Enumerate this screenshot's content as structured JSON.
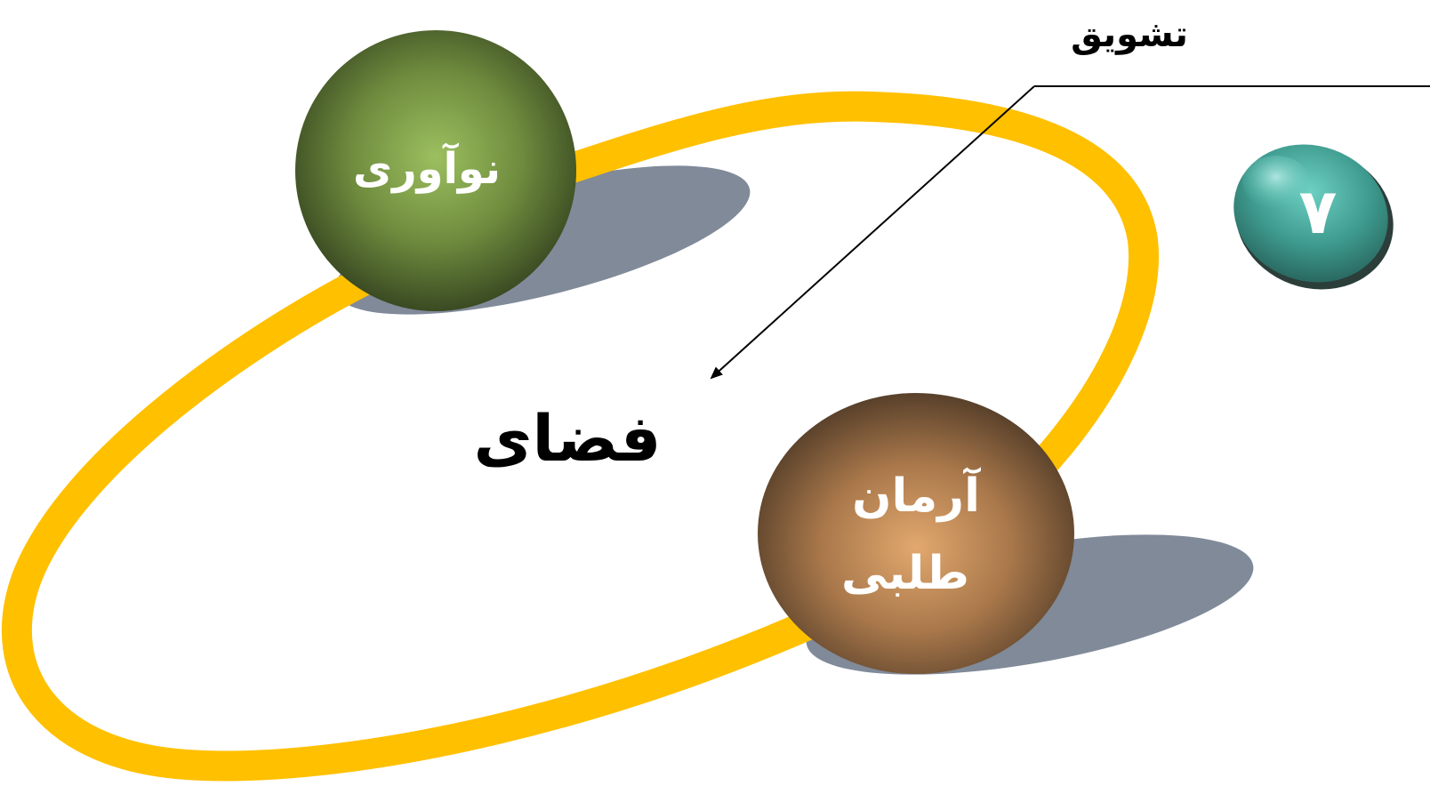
{
  "diagram": {
    "top_label": "تشویق",
    "center_label": "فضای",
    "bubbles": [
      {
        "label": "نوآوری",
        "label_lines": [
          "نوآوری"
        ],
        "color_center": "#9cbf5f",
        "color_edge": "#3f4f26"
      },
      {
        "label": "آرمان طلبی",
        "label_lines": [
          "آرمان",
          "طلبی"
        ],
        "color_center": "#dfa36a",
        "color_edge": "#5c4026"
      }
    ],
    "page_number": "۷",
    "colors": {
      "ring": "#ffc000",
      "shadow": "#808a99",
      "badge": "#2f7c72",
      "badge_highlight": "#5cc4b6"
    }
  }
}
